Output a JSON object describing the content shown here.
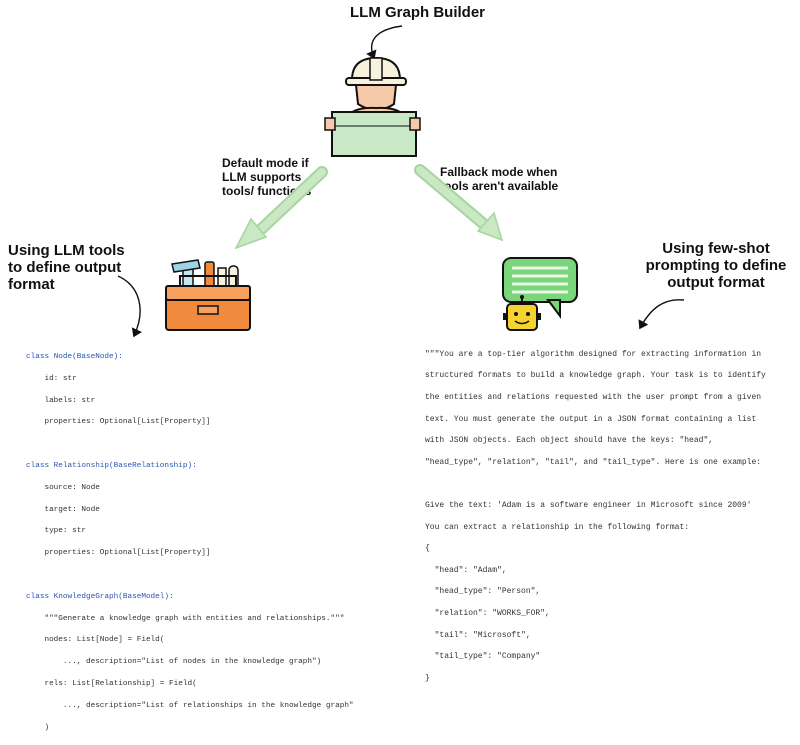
{
  "title": "LLM Graph Builder",
  "modes": {
    "default": [
      "Default mode if",
      "LLM supports",
      "tools/ functions"
    ],
    "fallback": [
      "Fallback mode when",
      "tools aren't available"
    ]
  },
  "annotations": {
    "left": [
      "Using LLM tools",
      "to define output",
      "format"
    ],
    "right": [
      "Using few-shot",
      "prompting to define",
      "output format"
    ]
  },
  "colors": {
    "arrow": "#c9e8c3",
    "arrow_stroke": "#a6d6a0",
    "toolbox": "#f08a3c",
    "robot_head": "#f5d431",
    "speech_bubble": "#7ad67a"
  },
  "icons": [
    "builder-icon",
    "toolbox-icon",
    "chatbot-icon"
  ],
  "code_left": [
    "class Node(BaseNode):",
    "    id: str",
    "    labels: str",
    "    properties: Optional[List[Property]]",
    "",
    "class Relationship(BaseRelationship):",
    "    source: Node",
    "    target: Node",
    "    type: str",
    "    properties: Optional[List[Property]]",
    "",
    "class KnowledgeGraph(BaseModel):",
    "    \"\"\"Generate a knowledge graph with entities and relationships.\"\"\"",
    "    nodes: List[Node] = Field(",
    "        ..., description=\"List of nodes in the knowledge graph\")",
    "    rels: List[Relationship] = Field(",
    "        ..., description=\"List of relationships in the knowledge graph\"",
    "    )"
  ],
  "code_right": [
    "\"\"\"You are a top-tier algorithm designed for extracting information in",
    "structured formats to build a knowledge graph. Your task is to identify",
    "the entities and relations requested with the user prompt from a given",
    "text. You must generate the output in a JSON format containing a list",
    "with JSON objects. Each object should have the keys: \"head\",",
    "\"head_type\", \"relation\", \"tail\", and \"tail_type\". Here is one example:",
    "",
    "Give the text: 'Adam is a software engineer in Microsoft since 2009'",
    "You can extract a relationship in the following format:",
    "{",
    "  \"head\": \"Adam\",",
    "  \"head_type\": \"Person\",",
    "  \"relation\": \"WORKS_FOR\",",
    "  \"tail\": \"Microsoft\",",
    "  \"tail_type\": \"Company\"",
    "}"
  ]
}
